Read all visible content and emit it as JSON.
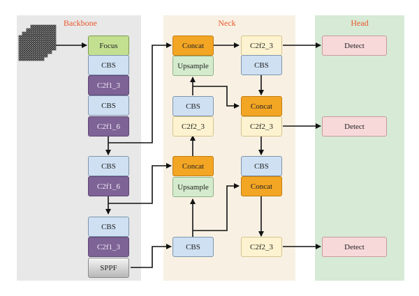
{
  "sections": {
    "backbone": {
      "title": "Backbone",
      "bg": "#e8e8e8"
    },
    "neck": {
      "title": "Neck",
      "bg": "#f8f1e3"
    },
    "head": {
      "title": "Head",
      "bg": "#d6ead6"
    }
  },
  "title_color": "#e8562a",
  "backbone": {
    "focus": "Focus",
    "cbs1": "CBS",
    "c2f1_3_a": "C2f1_3",
    "cbs2": "CBS",
    "c2f1_6_a": "C2f1_6",
    "cbs3": "CBS",
    "c2f1_6_b": "C2f1_6",
    "cbs4": "CBS",
    "c2f1_3_b": "C2f1_3",
    "sppf": "SPPF"
  },
  "neck": {
    "concat1": "Concat",
    "upsample1": "Upsample",
    "cbs_a": "CBS",
    "c2f2_3_a": "C2f2_3",
    "concat2": "Concat",
    "upsample2": "Upsample",
    "cbs_b": "CBS",
    "c2f2_3_r1": "C2f2_3",
    "cbs_r1": "CBS",
    "concat_r1": "Concat",
    "c2f2_3_r2": "C2f2_3",
    "cbs_r2": "CBS",
    "concat_r2": "Concat",
    "c2f2_3_r3": "C2f2_3"
  },
  "head": {
    "detect1": "Detect",
    "detect2": "Detect",
    "detect3": "Detect"
  }
}
